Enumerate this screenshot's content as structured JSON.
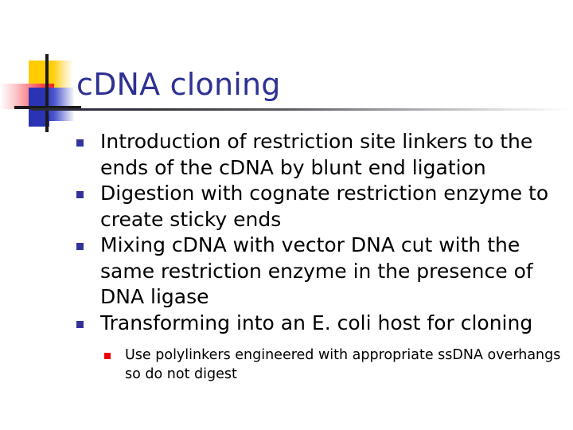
{
  "slide": {
    "title": "cDNA cloning",
    "decoration": {
      "name": "corner-graphic",
      "colors": {
        "yellow": "#FFCC00",
        "red": "#F5222D",
        "blue": "#2B33B5",
        "line": "#1a1a1a"
      }
    },
    "title_color": "#2E3192",
    "bullet_color": "#333399",
    "sub_bullet_color": "#EE0000",
    "bullets": [
      {
        "text": "Introduction of restriction site linkers to the ends of the cDNA by blunt end ligation",
        "children": []
      },
      {
        "text": "Digestion with cognate restriction enzyme to create sticky ends",
        "children": []
      },
      {
        "text": "Mixing cDNA with vector DNA cut with the same restriction enzyme in the presence of DNA ligase",
        "children": []
      },
      {
        "text": "Transforming into an E. coli host for cloning",
        "children": [
          {
            "text": "Use polylinkers engineered with appropriate ssDNA overhangs so do not digest"
          }
        ]
      }
    ]
  }
}
